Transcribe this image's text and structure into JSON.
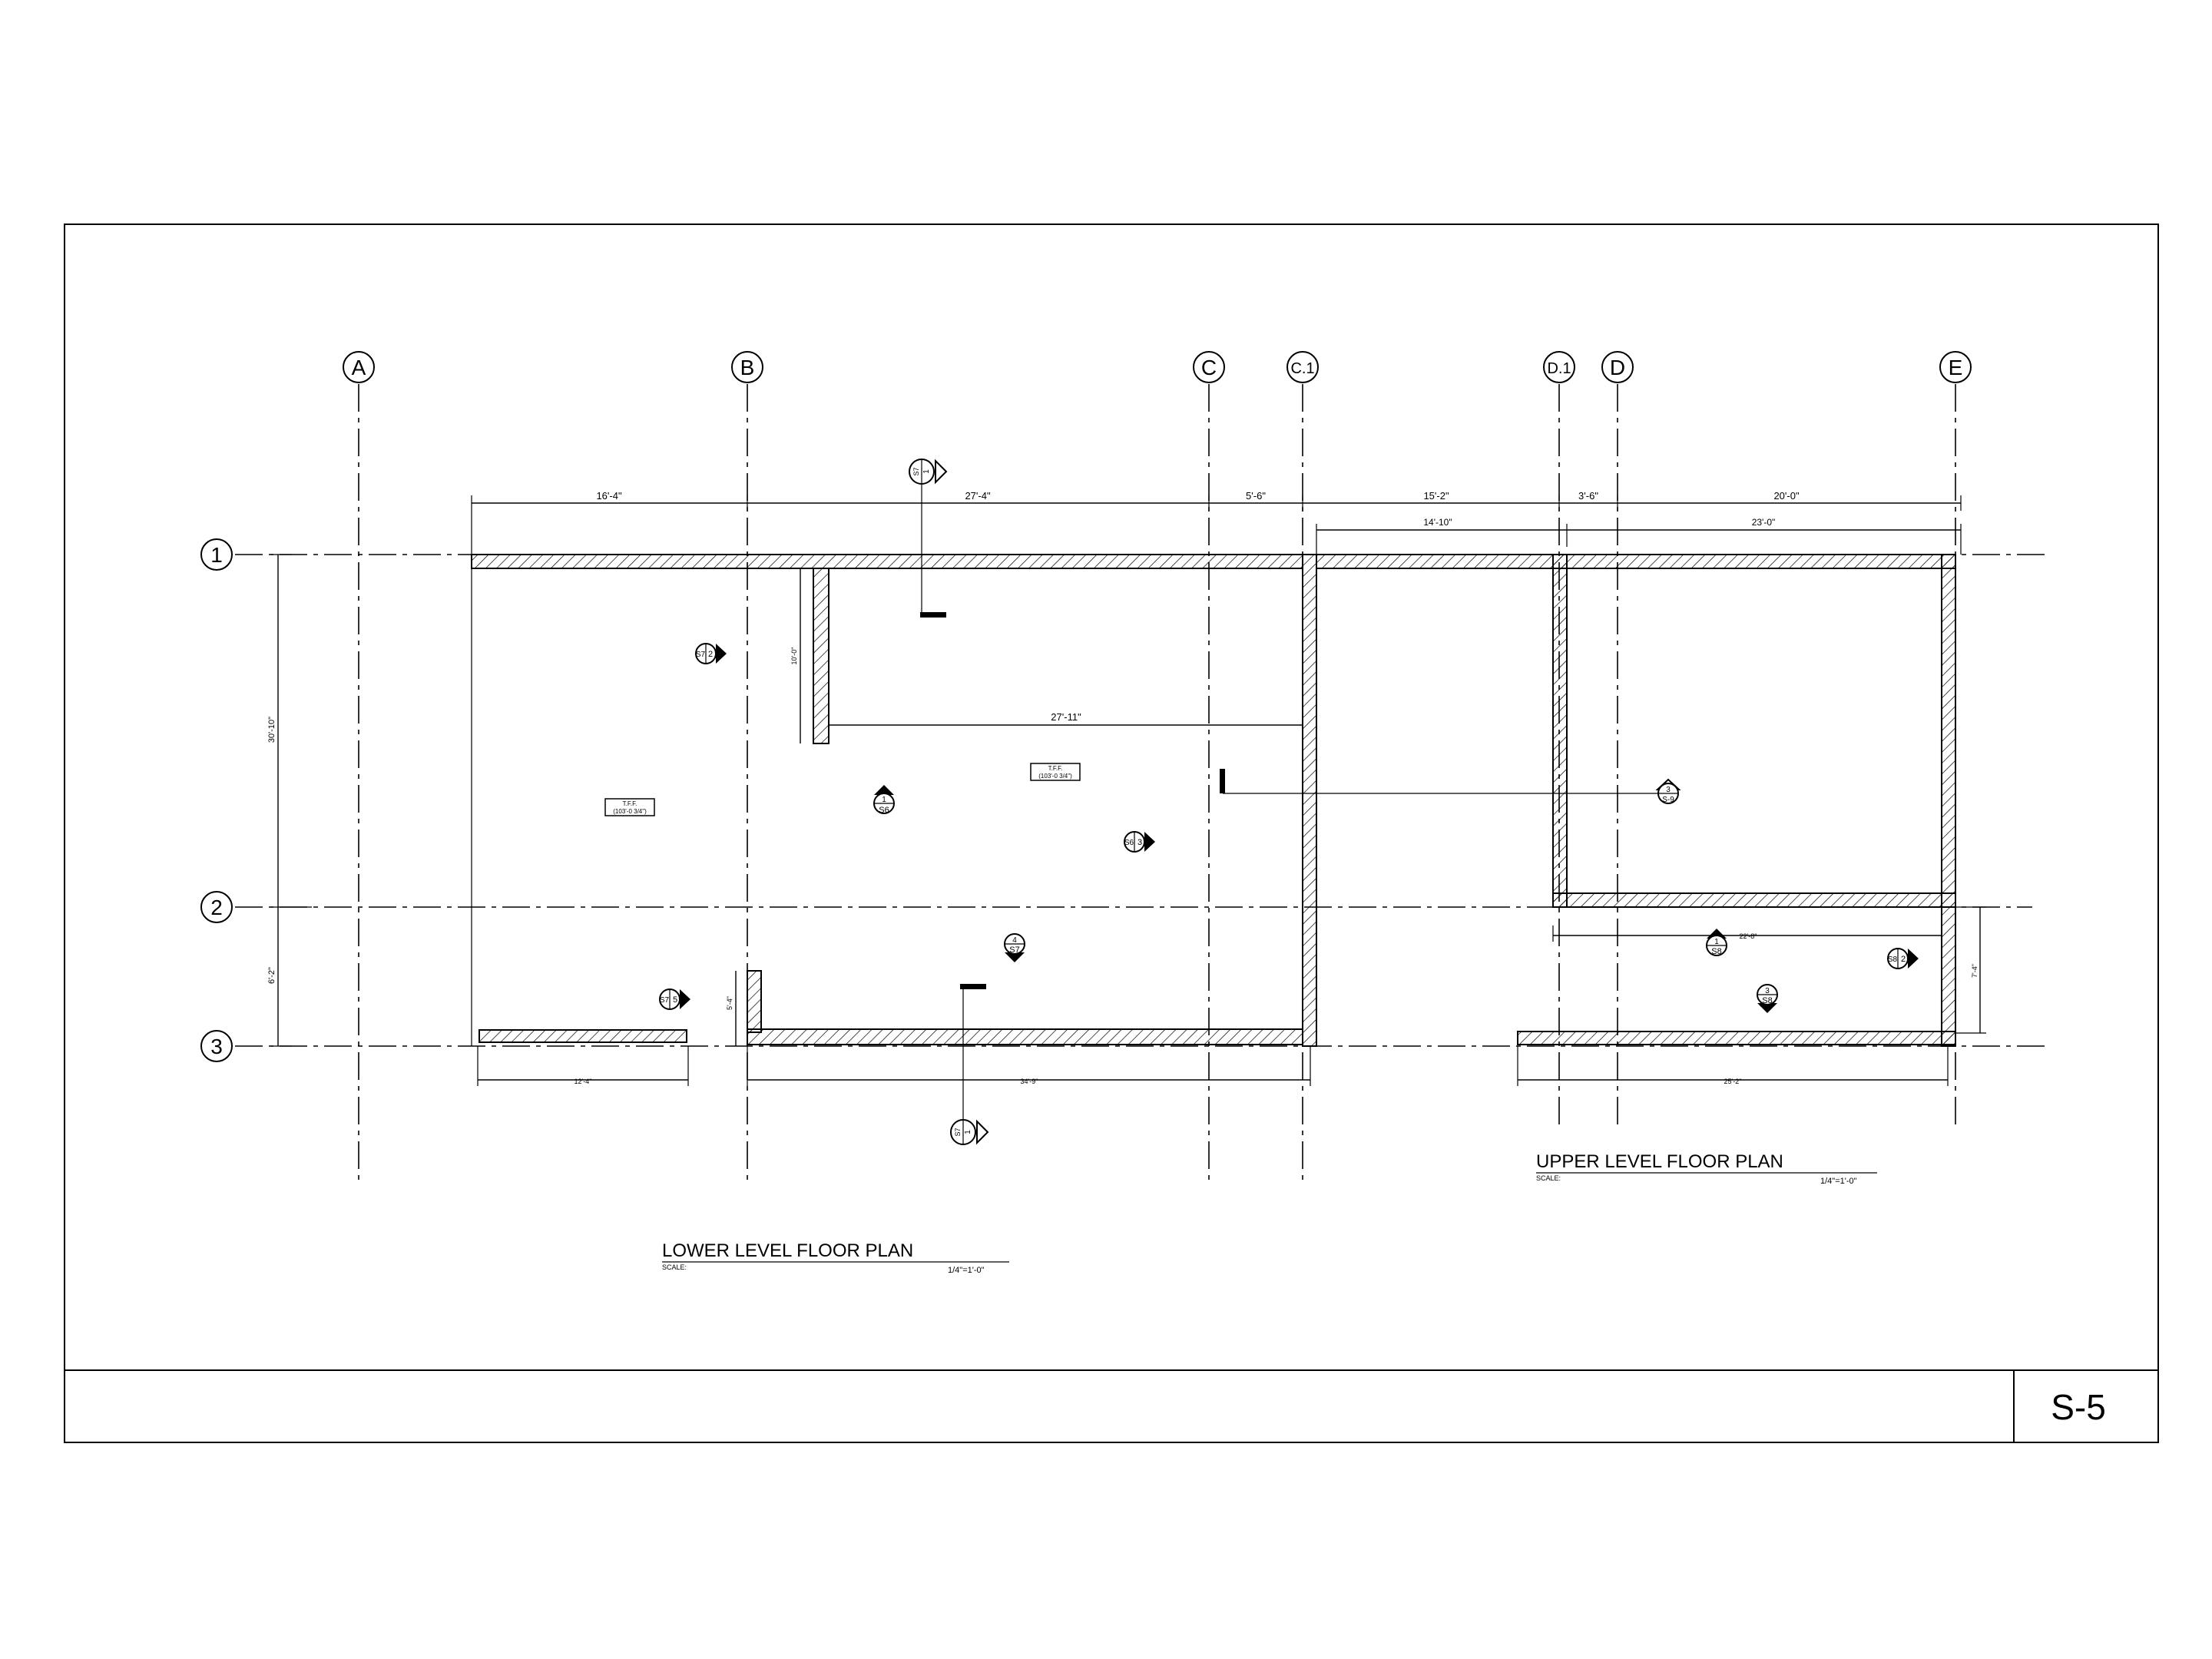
{
  "sheet": {
    "number": "S-5"
  },
  "grid": {
    "columns": [
      "A",
      "B",
      "C",
      "C.1",
      "D.1",
      "D",
      "E"
    ],
    "rows": [
      "1",
      "2",
      "3"
    ]
  },
  "dimensions": {
    "top_ab": "16'-4\"",
    "top_bc": "27'-4\"",
    "top_cc1": "5'-6\"",
    "top_c1d1": "15'-2\"",
    "top_d1d": "3'-6\"",
    "top_de": "20'-0\"",
    "upper_second_a": "14'-10\"",
    "upper_second_b": "23'-0\"",
    "inner_span": "27'-11\"",
    "left_vertical_12": "30'-10\"",
    "left_vertical_23": "6'-2\"",
    "stub_wall": "10'-0\"",
    "bottom_stub": "5'-4\"",
    "bottom_left": "12'-4\"",
    "bottom_mid": "34'-9\"",
    "upper_bottom": "25'-2\"",
    "upper_inner": "22'-8\"",
    "upper_right_vertical": "7'-4\""
  },
  "elevations": {
    "left": {
      "line1": "T.F.F.",
      "line2": "(103'-0 3/4\")"
    },
    "center": {
      "line1": "T.F.F.",
      "line2": "(103'-0 3/4\")"
    }
  },
  "markers": {
    "s7_2": {
      "sheet": "S7",
      "num": "2"
    },
    "s6_1": {
      "num": "1",
      "sheet": "S6"
    },
    "s6_3": {
      "sheet": "S6",
      "num": "3"
    },
    "s7_4": {
      "num": "4",
      "sheet": "S7"
    },
    "s7_5": {
      "sheet": "S7",
      "num": "5"
    },
    "s9_3": {
      "num": "3",
      "sheet": "S-9"
    },
    "s8_1": {
      "num": "1",
      "sheet": "S8"
    },
    "s8_2": {
      "sheet": "S8",
      "num": "2"
    },
    "s8_3": {
      "num": "3",
      "sheet": "S8"
    },
    "top_section": {
      "sheet": "S7",
      "num": "1"
    },
    "bottom_section": {
      "sheet": "S7",
      "num": "1"
    }
  },
  "titles": {
    "lower": {
      "title": "LOWER LEVEL FLOOR PLAN",
      "scale_label": "SCALE:",
      "scale": "1/4\"=1'-0\""
    },
    "upper": {
      "title": "UPPER LEVEL FLOOR PLAN",
      "scale_label": "SCALE:",
      "scale": "1/4\"=1'-0\""
    }
  }
}
